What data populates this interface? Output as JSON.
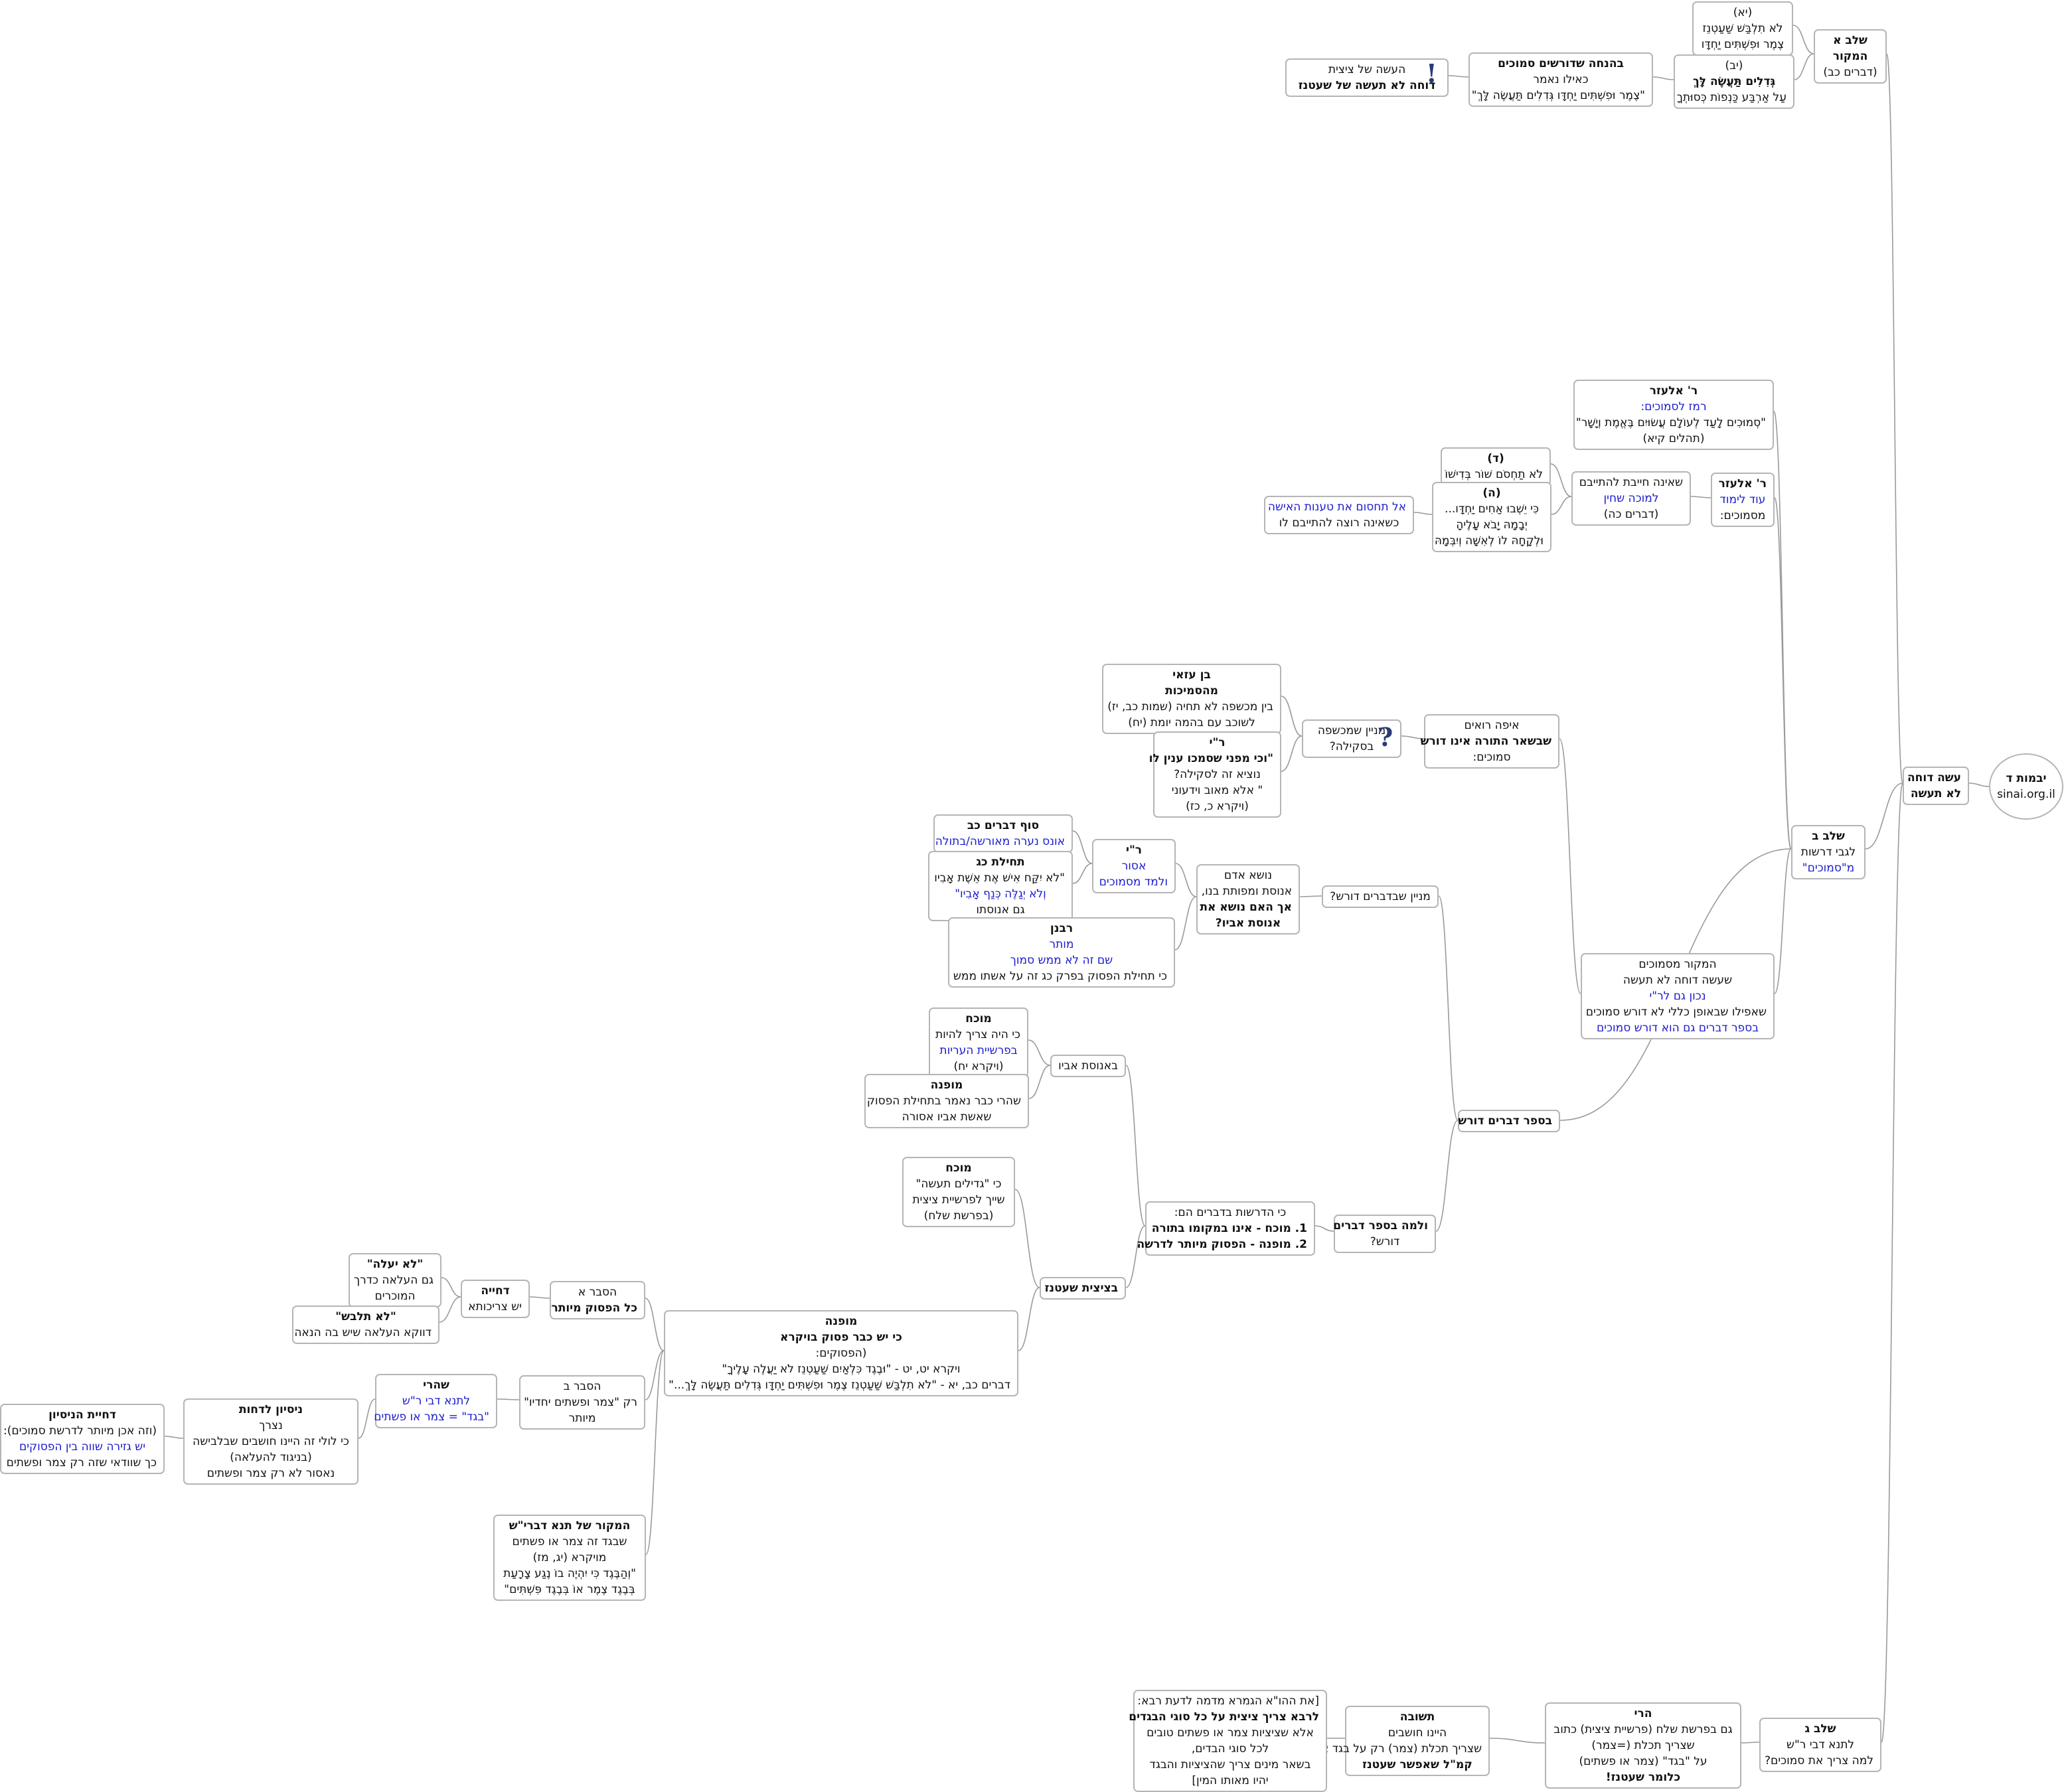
{
  "nodes": [
    {
      "id": "root",
      "lines": [
        {
          "t": "יבמות ד",
          "s": "b"
        },
        {
          "t": "sinai.org.il"
        }
      ]
    },
    {
      "id": "main",
      "lines": [
        {
          "t": "עשה דוחה",
          "s": "b"
        },
        {
          "t": "לא תעשה",
          "s": "b"
        }
      ]
    },
    {
      "id": "a",
      "lines": [
        {
          "t": "שלב א",
          "s": "b"
        },
        {
          "t": "המקור",
          "s": "b"
        },
        {
          "t": "(דברים כב)"
        }
      ]
    },
    {
      "id": "a1",
      "lines": [
        {
          "t": "(יא)"
        },
        {
          "t": "לֹא תִלְבַּשׁ שַׁעַטְנֵז"
        },
        {
          "t": "צֶמֶר וּפִשְׁתִּים יַחְדָּו"
        }
      ]
    },
    {
      "id": "a2",
      "lines": [
        {
          "t": "(יב)"
        },
        {
          "t": "גְּדִלִים  תַּעֲשֶׂה לָּךְ",
          "s": "b"
        },
        {
          "t": "עַל אַרְבַּע כַּנְפוֹת כְּסוּתְךָ"
        }
      ]
    },
    {
      "id": "a3",
      "lines": [
        {
          "t": "בהנחה שדורשים סמוכים",
          "s": "b"
        },
        {
          "t": "כאילו נאמר"
        },
        {
          "t": "\"צֶמֶר וּפִשְׁתִּים יַחְדָּו גְּדִלִים תַּעֲשֶׂה לָּךְ\""
        }
      ]
    },
    {
      "id": "a4",
      "lines": [
        {
          "t": "העשה של ציצית"
        },
        {
          "t": "דוחה לא תעשה  של שעטנז",
          "s": "b"
        }
      ]
    },
    {
      "id": "b",
      "lines": [
        {
          "t": "שלב ב",
          "s": "b"
        },
        {
          "t": "לגבי דרשות"
        },
        {
          "t": "מ\"סמוכים\"",
          "s": "bl"
        }
      ]
    },
    {
      "id": "b1",
      "lines": [
        {
          "t": "ר' אלעזר",
          "s": "b"
        },
        {
          "t": "רמז לסמוכים:",
          "s": "bl"
        },
        {
          "t": "\"סְמוּכִים  לָעַד לְעוֹלָם עֲשׂוּיִם בֶּאֱמֶת וְיָשָׁר\""
        },
        {
          "t": "(תהלים קיא)"
        }
      ]
    },
    {
      "id": "b2",
      "lines": [
        {
          "t": "ר' אלעזר",
          "s": "b"
        },
        {
          "t": "עוד לימוד",
          "s": "bl"
        },
        {
          "t": "מסמוכים:"
        }
      ]
    },
    {
      "id": "b2a",
      "lines": [
        {
          "t": "שאינה חייבת להתייבם"
        },
        {
          "t": "למוכה שחין",
          "s": "bl"
        },
        {
          "t": "(דברים כה)"
        }
      ]
    },
    {
      "id": "b2a1",
      "lines": [
        {
          "t": "(ד)",
          "s": "b"
        },
        {
          "t": "לֹא תַחְסֹם שׁוֹר בְּדִישׁוֹ"
        }
      ]
    },
    {
      "id": "b2a2",
      "lines": [
        {
          "t": "(ה)",
          "s": "b"
        },
        {
          "t": "כִּי יֵשְׁבוּ אַחִים יַחְדָּו..."
        },
        {
          "t": "יְבָמָהּ יָבֹא עָלֶיהָ"
        },
        {
          "t": "וּלְקָחָהּ לוֹ לְאִשָּׁה וְיִבְּמָהּ"
        }
      ]
    },
    {
      "id": "b2a3",
      "lines": [
        {
          "t": "אל תחסום את טענות האישה",
          "s": "bl"
        },
        {
          "t": "כשאינה רוצה להתייבם לו"
        }
      ]
    },
    {
      "id": "b3",
      "lines": [
        {
          "t": "המקור מסמוכים"
        },
        {
          "t": "שעשה דוחה לא תעשה"
        },
        {
          "t": "נכון גם לר\"י",
          "s": "bl"
        },
        {
          "t": "שאפילו שבאופן כללי לא דורש סמוכים"
        },
        {
          "t": "בספר דברים גם הוא דורש סמוכים",
          "s": "bl"
        }
      ]
    },
    {
      "id": "b4",
      "lines": [
        {
          "t": "איפה רואים"
        },
        {
          "t": "שבשאר התורה אינו דורש",
          "s": "b"
        },
        {
          "t": "סמוכים:"
        }
      ]
    },
    {
      "id": "b4q",
      "lines": [
        {
          "t": "מניין שמכשפה"
        },
        {
          "t": "בסקילה?"
        }
      ]
    },
    {
      "id": "b4q1",
      "lines": [
        {
          "t": "בן עזאי",
          "s": "b"
        },
        {
          "t": "מהסמיכות",
          "s": "b"
        },
        {
          "t": "בין מכשפה לא תחיה (שמות כב, יז)"
        },
        {
          "t": "לשוכב עם בהמה  יומת (יח)"
        }
      ]
    },
    {
      "id": "b4q2",
      "lines": [
        {
          "t": "ר\"י",
          "s": "b"
        },
        {
          "t": "\"וכי מפני שסמכו ענין לו",
          "s": "b"
        },
        {
          "t": "נוציא זה לסקילה?"
        },
        {
          "t": "\" אלא מאוב וידעוני"
        },
        {
          "t": "(ויקרא כ, כז)"
        }
      ]
    },
    {
      "id": "b5",
      "lines": [
        {
          "t": "בספר דברים דורש",
          "s": "b"
        }
      ]
    },
    {
      "id": "b5a",
      "lines": [
        {
          "t": "מניין שבדברים דורש?"
        }
      ]
    },
    {
      "id": "b5a1",
      "lines": [
        {
          "t": "נושא אדם"
        },
        {
          "t": "אנוסת ומפותת בנו,"
        },
        {
          "t": "אך האם נושא את",
          "s": "b"
        },
        {
          "t": "אנוסת אביו?",
          "s": "b"
        }
      ]
    },
    {
      "id": "b5a1a",
      "lines": [
        {
          "t": "ר\"י",
          "s": "b"
        },
        {
          "t": "אסור",
          "s": "bl"
        },
        {
          "t": "ולמד מסמוכים",
          "s": "bl"
        }
      ]
    },
    {
      "id": "b5a1a1",
      "lines": [
        {
          "t": "סוף דברים כב",
          "s": "b"
        },
        {
          "t": "אונס נערה מאורשה/בתולה",
          "s": "bl"
        }
      ]
    },
    {
      "id": "b5a1a2",
      "lines": [
        {
          "t": "תחילת כג",
          "s": "b"
        },
        {
          "t": "\"לֹא יִקַּח אִישׁ אֶת אֵשֶׁת אָבִיו"
        },
        {
          "t": "וְלֹא יְגַלֶּה כְּנַף אָבִיו\"",
          "s": "bl"
        },
        {
          "t": "גם אנוסתו"
        }
      ]
    },
    {
      "id": "b5a1b",
      "lines": [
        {
          "t": "רבנן",
          "s": "b"
        },
        {
          "t": "מותר",
          "s": "bl"
        },
        {
          "t": "שם זה לא ממש סמוך",
          "s": "bl"
        },
        {
          "t": "כי תחילת הפסוק בפרק כג זה על אשתו ממש"
        }
      ]
    },
    {
      "id": "b5b",
      "lines": [
        {
          "t": "ולמה בספר דברים",
          "s": "b"
        },
        {
          "t": "דורש?"
        }
      ]
    },
    {
      "id": "b5b1",
      "lines": [
        {
          "t": "כי הדרשות בדברים הם:"
        },
        {
          "t": "1. מוכח - אינו במקומו  בתורה",
          "s": "b"
        },
        {
          "t": "2. מופנה - הפסוק מיותר  לדרשה",
          "s": "b"
        }
      ]
    },
    {
      "id": "b5b1a",
      "lines": [
        {
          "t": "באנוסת אביו"
        }
      ]
    },
    {
      "id": "b5b1a1",
      "lines": [
        {
          "t": "מוכח",
          "s": "b"
        },
        {
          "t": "כי היה צריך להיות"
        },
        {
          "t": "בפרשיית העריות",
          "s": "bl"
        },
        {
          "t": "(ויקרא יח)"
        }
      ]
    },
    {
      "id": "b5b1a2",
      "lines": [
        {
          "t": "מופנה",
          "s": "b"
        },
        {
          "t": "שהרי כבר נאמר בתחילת הפסוק"
        },
        {
          "t": "שאשת אביו אסורה"
        }
      ]
    },
    {
      "id": "b5b1b",
      "lines": [
        {
          "t": "בציצית שעטנז",
          "s": "b"
        }
      ]
    },
    {
      "id": "b5b1b1",
      "lines": [
        {
          "t": "מוכח",
          "s": "b"
        },
        {
          "t": "כי \"גדילים תעשה\""
        },
        {
          "t": "שייך לפרשיית ציצית"
        },
        {
          "t": "(בפרשת שלח)"
        }
      ]
    },
    {
      "id": "b5b1b2",
      "lines": [
        {
          "t": "מופנה",
          "s": "b"
        },
        {
          "t": "כי יש כבר פסוק בויקרא",
          "s": "b"
        },
        {
          "t": "(הפסוקים:"
        },
        {
          "t": "ויקרא יט, יט - \"וּבֶגֶד  כִּלְאַיִם שַׁעַטְנֵז לֹא  יַעֲלֶה  עָלֶיךָ\""
        },
        {
          "t": "דברים כב, יא - \"לֹא תִלְבַּשׁ  שַׁעַטְנֵז צֶמֶר וּפִשְׁתִּים  יַחְדָּו  גְּדִלִים תַּעֲשֶׂה לָּךְ...\""
        }
      ]
    },
    {
      "id": "sA",
      "lines": [
        {
          "t": "הסבר א"
        },
        {
          "t": "כל הפסוק מיותר",
          "s": "b"
        }
      ]
    },
    {
      "id": "sA1",
      "lines": [
        {
          "t": "דחייה",
          "s": "b"
        },
        {
          "t": "יש צריכותא"
        }
      ]
    },
    {
      "id": "sA1a",
      "lines": [
        {
          "t": "\"לא יעלה\"",
          "s": "b"
        },
        {
          "t": "גם העלאה כדרך"
        },
        {
          "t": "המוכרים"
        }
      ]
    },
    {
      "id": "sA1b",
      "lines": [
        {
          "t": "\"לא תלבש\"",
          "s": "b"
        },
        {
          "t": "דווקא העלאה שיש בה  הנאה"
        }
      ]
    },
    {
      "id": "sB",
      "lines": [
        {
          "t": "הסבר ב"
        },
        {
          "t": "רק \"צמר ופשתים יחדיו\""
        },
        {
          "t": "מיותר"
        }
      ]
    },
    {
      "id": "sB1",
      "lines": [
        {
          "t": "שהרי",
          "s": "b"
        },
        {
          "t": "לתנא דבי ר\"ש",
          "s": "bl"
        },
        {
          "t": "\"בגד\" = צמר או פשתים",
          "s": "bl"
        }
      ]
    },
    {
      "id": "sB1a",
      "lines": [
        {
          "t": "ניסיון לדחות",
          "s": "b"
        },
        {
          "t": "נצרך"
        },
        {
          "t": "כי לולי זה היינו חושבים שבלבישה"
        },
        {
          "t": "(בניגוד להעלאה)"
        },
        {
          "t": "נאסור לא רק צמר ופשתים"
        }
      ]
    },
    {
      "id": "sB1a1",
      "lines": [
        {
          "t": "דחיית הניסיון",
          "s": "b"
        },
        {
          "t": "(וזה אכן מיותר לדרשת סמוכים):"
        },
        {
          "t": "יש גזירה שווה בין הפסוקים",
          "s": "bl"
        },
        {
          "t": "כך שוודאי שזה רק צמר ופשתים"
        }
      ]
    },
    {
      "id": "sC",
      "lines": [
        {
          "t": "המקור של תנא דברי\"ש",
          "s": "b"
        },
        {
          "t": "שבגד זה צמר או פשתים"
        },
        {
          "t": "מויקרא (יג, מז)"
        },
        {
          "t": "\"וְהַבֶּגֶד  כִּי יִהְיֶה בוֹ נֶגַע צָרָעַת"
        },
        {
          "t": "בְּבֶגֶד צֶמֶר  אוֹ בְּבֶגֶד פִּשְׁתִּים\""
        }
      ]
    },
    {
      "id": "c",
      "lines": [
        {
          "t": "שלב ג",
          "s": "b"
        },
        {
          "t": "לתנא דבי ר\"ש"
        },
        {
          "t": "למה צריך את סמוכים?"
        }
      ]
    },
    {
      "id": "c1",
      "lines": [
        {
          "t": "הרי",
          "s": "b"
        },
        {
          "t": "גם בפרשת שלח (פרשיית ציצית) כתוב"
        },
        {
          "t": "שצריך תכלת  (=צמר)"
        },
        {
          "t": "על \"בגד\" (צמר או פשתים)"
        },
        {
          "t": "כלומר שעטנז!",
          "s": "b"
        }
      ]
    },
    {
      "id": "c2",
      "lines": [
        {
          "t": "תשובה",
          "s": "b"
        },
        {
          "t": "היינו חושבים"
        },
        {
          "t": "שצריך תכלת (צמר) רק על בגד צמר"
        },
        {
          "t": "קמ\"ל שאפשר שעטנז",
          "s": "b"
        }
      ]
    },
    {
      "id": "c3",
      "lines": [
        {
          "t": "[את ההו\"א הגמרא מדמה  לדעת רבא:"
        },
        {
          "t": "לרבא צריך ציצית על כל סוגי הבגדים",
          "s": "b"
        },
        {
          "t": "אלא שציציות צמר או פשתים טובים"
        },
        {
          "t": "לכל סוגי הבדים,"
        },
        {
          "t": "בשאר מינים צריך שהציציות והבגד"
        },
        {
          "t": "יהיו מאותו המין]"
        }
      ]
    }
  ]
}
